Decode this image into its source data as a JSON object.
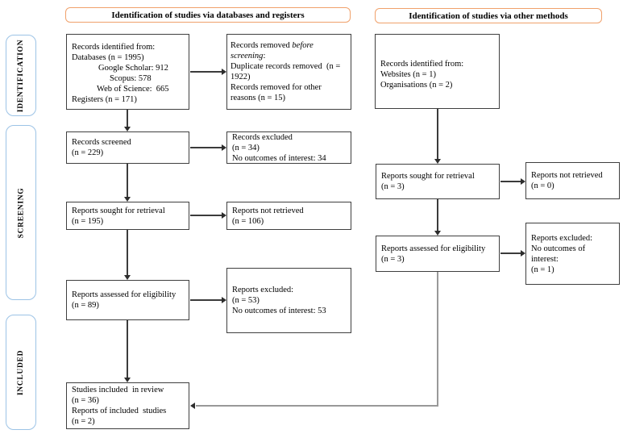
{
  "headers": {
    "databases": "Identification of studies via databases and registers",
    "other": "Identification of studies via other methods"
  },
  "sidebar": {
    "identification": "IDENTIFICATION",
    "screening": "SCREENING",
    "included": "INCLUDED"
  },
  "boxes": {
    "l1": {
      "l1": "Records identified from:",
      "l2": "Databases (n = 1995)",
      "l3": "Google Scholar: 912",
      "l4": "Scopus: 578",
      "l5": "Web of Science:  665",
      "l6": "Registers (n = 171)"
    },
    "l2": {
      "p1": "Records removed ",
      "i": "before screening",
      "p2": ":",
      "l2": "Duplicate records removed  (n = 1922)",
      "l3": "Records removed for other reasons (n = 15)"
    },
    "l3": {
      "l1": "Records screened",
      "l2": "(n = 229)"
    },
    "r3": {
      "l1": "Records excluded",
      "l2": "(n = 34)",
      "l3": "No outcomes of interest: 34"
    },
    "l4": {
      "l1": "Reports sought for retrieval",
      "l2": "(n = 195)"
    },
    "r4": {
      "l1": "Reports not retrieved",
      "l2": "(n = 106)"
    },
    "l5": {
      "l1": "Reports assessed for eligibility",
      "l2": "(n = 89)"
    },
    "r5": {
      "l1": "Reports excluded:",
      "l2": "(n = 53)",
      "l3": "No outcomes of interest: 53"
    },
    "l6": {
      "l1": "Studies included  in review",
      "l2": "(n = 36)",
      "l3": "Reports of included  studies",
      "l4": "(n = 2)"
    },
    "rc1": {
      "l1": "Records identified from:",
      "l2": "Websites (n = 1)",
      "l3": "Organisations (n = 2)"
    },
    "rc2": {
      "l1": "Reports sought for retrieval",
      "l2": "(n = 3)"
    },
    "rc2b": {
      "l1": "Reports not retrieved",
      "l2": "(n = 0)"
    },
    "rc3": {
      "l1": "Reports assessed for eligibility",
      "l2": "(n = 3)"
    },
    "rc3b": {
      "l1": "Reports excluded:",
      "l2": "No outcomes of interest:",
      "l3": "(n = 1)"
    }
  },
  "colors": {
    "header_border": "#f0a16b",
    "sidebar_border": "#9cc3e6",
    "box_border": "#3f3f3f",
    "arrow": "#2d2d2d",
    "long_connector": "#999999"
  }
}
